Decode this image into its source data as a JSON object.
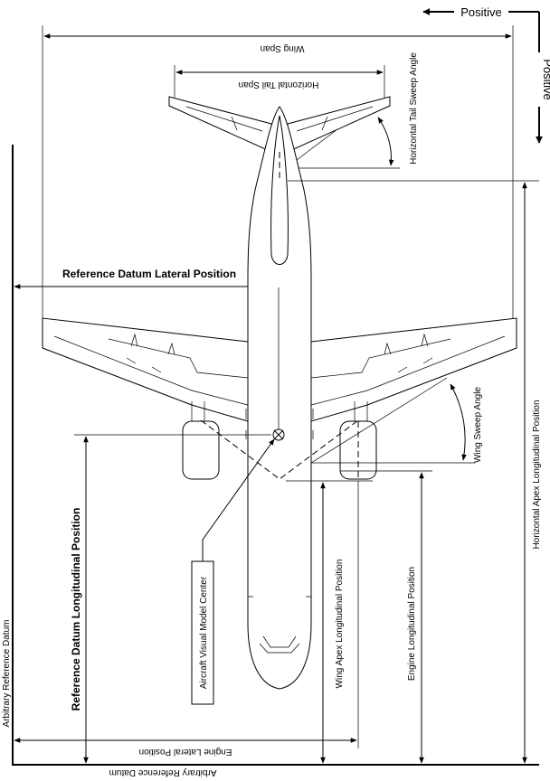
{
  "labels": {
    "positive_horizontal": "Positive",
    "positive_vertical": "Positive",
    "wing_span": "Wing Span",
    "horizontal_tail_span": "Horizontal Tail Span",
    "horizontal_tail_sweep_angle": "Horizontal Tail Sweep Angle",
    "reference_datum_lateral_position": "Reference Datum Lateral Position",
    "wing_sweep_angle": "Wing Sweep Angle",
    "horizontal_apex_longitudinal_position": "Horizontal Apex Longitudinal Position",
    "reference_datum_longitudinal_position": "Reference Datum Longitudinal Position",
    "aircraft_visual_model_center": "Aircraft Visual Model Center",
    "wing_apex_longitudinal_position": "Wing Apex Longitudinal Position",
    "engine_longitudinal_position": "Engine Longitudinal Position",
    "arbitrary_reference_datum_vertical": "Arbitrary Reference Datum",
    "engine_lateral_position": "Engine Lateral Position",
    "arbitrary_reference_datum_horizontal": "Arbitrary Reference Datum"
  }
}
